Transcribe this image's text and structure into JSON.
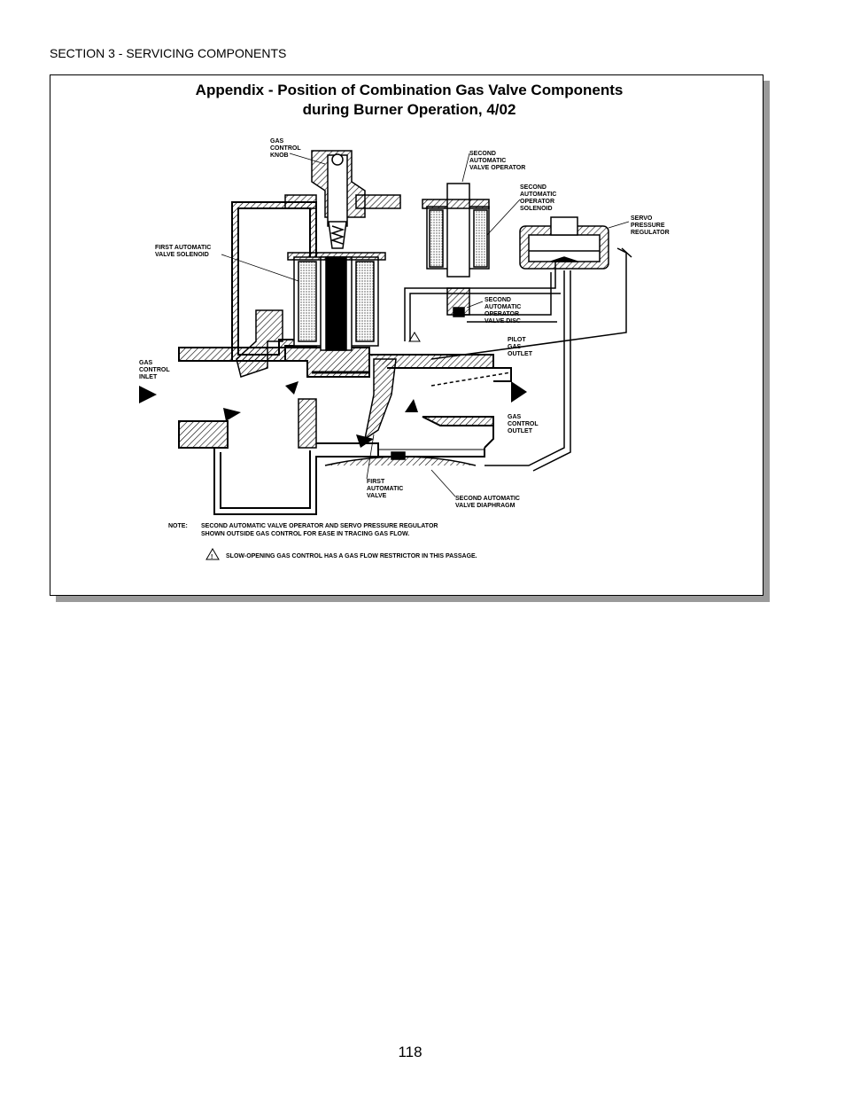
{
  "header": {
    "section": "SECTION 3 - SERVICING COMPONENTS"
  },
  "figure": {
    "title_line1": "Appendix - Position of Combination Gas Valve Components",
    "title_line2": "during Burner Operation, 4/02",
    "labels": {
      "gas_control_knob": [
        "GAS",
        "CONTROL",
        "KNOB"
      ],
      "second_auto_valve_operator": [
        "SECOND",
        "AUTOMATIC",
        "VALVE OPERATOR"
      ],
      "second_auto_operator_solenoid": [
        "SECOND",
        "AUTOMATIC",
        "OPERATOR",
        "SOLENOID"
      ],
      "servo_pressure_regulator": [
        "SERVO",
        "PRESSURE",
        "REGULATOR"
      ],
      "first_auto_valve_solenoid": [
        "FIRST AUTOMATIC",
        "VALVE SOLENOID"
      ],
      "second_auto_operator_valve_disc": [
        "SECOND",
        "AUTOMATIC",
        "OPERATOR",
        "VALVE DISC"
      ],
      "pilot_gas_outlet": [
        "PILOT",
        "GAS",
        "OUTLET"
      ],
      "gas_control_inlet": [
        "GAS",
        "CONTROL",
        "INLET"
      ],
      "gas_control_outlet": [
        "GAS",
        "CONTROL",
        "OUTLET"
      ],
      "first_auto_valve": [
        "FIRST",
        "AUTOMATIC",
        "VALVE"
      ],
      "second_auto_valve_diaphragm": [
        "SECOND AUTOMATIC",
        "VALVE DIAPHRAGM"
      ]
    },
    "note_label": "NOTE:",
    "note_line1": "SECOND AUTOMATIC VALVE OPERATOR AND SERVO PRESSURE REGULATOR",
    "note_line2": "SHOWN OUTSIDE GAS CONTROL FOR EASE IN TRACING GAS FLOW.",
    "warning_text": "SLOW-OPENING GAS CONTROL HAS A GAS FLOW RESTRICTOR IN THIS PASSAGE.",
    "warning_symbol": "!"
  },
  "footer": {
    "page_number": "118"
  }
}
